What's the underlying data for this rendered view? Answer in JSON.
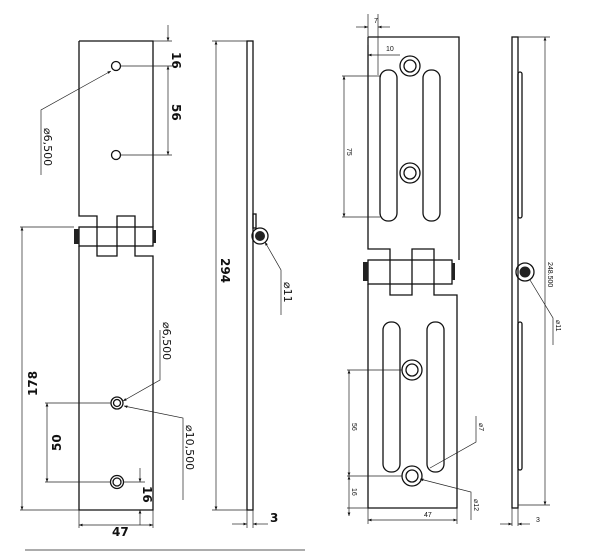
{
  "left_drawing": {
    "front_view": {
      "dim_top_hole_offset": "16",
      "dim_top_hole_spacing": "56",
      "top_hole_diameter": "⌀6,500",
      "dim_lower_leaf_length": "178",
      "lower_hole_diameter": "⌀6,500",
      "lower_counterbore_diameter": "⌀10,500",
      "dim_lower_hole_spacing": "50",
      "dim_bottom_hole_offset": "16",
      "dim_width": "47"
    },
    "side_view": {
      "dim_total_length": "294",
      "pin_diameter": "⌀11",
      "dim_thickness": "3"
    }
  },
  "right_drawing": {
    "front_view": {
      "dim_slot_offset": "7",
      "dim_hole_offset": "10",
      "dim_top_spacing": "75",
      "dim_lower_spacing": "56",
      "dim_bottom_offset": "16",
      "hole_diameter": "⌀7",
      "counterbore_diameter": "⌀12",
      "dim_width": "47"
    },
    "side_view": {
      "dim_total_length": "248.500",
      "pin_diameter": "⌀11",
      "dim_thickness": "3"
    }
  }
}
